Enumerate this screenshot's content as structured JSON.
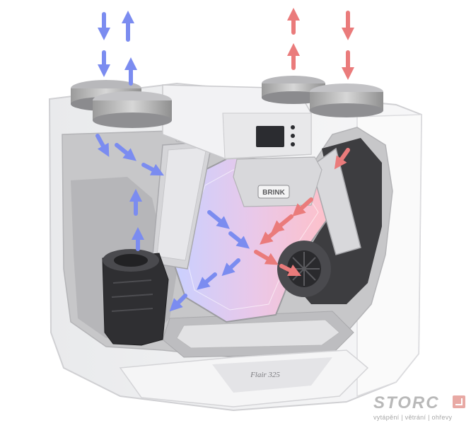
{
  "product": {
    "brand_label": "BRINK",
    "model_label": "Flair 325"
  },
  "watermark": {
    "logo": "STORC",
    "tagline": "vytápění | větrání | ohřevy"
  },
  "colors": {
    "cold_air": "#7b8cf0",
    "warm_air": "#ea7b7b",
    "housing": "#f3f4f5",
    "insulation": "#c7c7c9",
    "watermark_badge": "#e8a9a4"
  }
}
